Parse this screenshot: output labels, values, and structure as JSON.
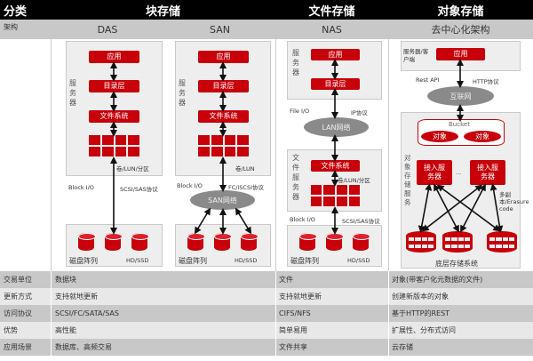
{
  "header": {
    "category": "分类",
    "block": "块存储",
    "file": "文件存储",
    "object": "对象存储"
  },
  "subheader": {
    "arch": "架构",
    "das": "DAS",
    "san": "SAN",
    "nas": "NAS",
    "object": "去中心化架构"
  },
  "das": {
    "app": "应用",
    "dir": "目录层",
    "fs": "文件系统",
    "server": "服务器",
    "volume": "卷/LUN/分区",
    "io": "Block I/O",
    "protocol": "SCSI/SAS协议",
    "array": "磁盘阵列",
    "disk": "HD/SSD"
  },
  "san": {
    "app": "应用",
    "dir": "目录层",
    "fs": "文件系统",
    "server": "服务器",
    "volume": "卷/LUN",
    "io": "Block I/O",
    "protocol": "FC/iSCSI协议",
    "network": "SAN网络",
    "array": "磁盘阵列",
    "disk": "HD/SSD"
  },
  "nas": {
    "app": "应用",
    "dir": "目录层",
    "server": "服务器",
    "io": "File I/O",
    "ip": "IP协议",
    "network": "LAN网络",
    "fileserver": "文件服务器",
    "fs": "文件系统",
    "volume": "卷/LUN/分区",
    "blockio": "Block I/O",
    "protocol": "SCSI/SAS协议",
    "array": "磁盘阵列",
    "disk": "HD/SSD"
  },
  "object": {
    "client": "服务器/客户端",
    "app": "应用",
    "api": "Rest API",
    "http": "HTTP协议",
    "internet": "互联网",
    "bucket": "Bucket",
    "obj1": "对象",
    "obj2": "对象",
    "service": "对象存储服务",
    "access1": "接入服务器",
    "access2": "接入服务器",
    "dots": "...",
    "replica": "多副本/Erasure code",
    "storage": "底层存储系统"
  },
  "rows": [
    {
      "label": "交易单位",
      "block": "数据块",
      "file": "文件",
      "object": "对象(带客户化元数据的文件)"
    },
    {
      "label": "更新方式",
      "block": "支持就地更新",
      "file": "支持就地更新",
      "object": "创建新版本的对象"
    },
    {
      "label": "访问协议",
      "block": "SCSI/FC/SATA/SAS",
      "file": "CIFS/NFS",
      "object": "基于HTTP的REST"
    },
    {
      "label": "优势",
      "block": "高性能",
      "file": "简单易用",
      "object": "扩展性、分布式访问"
    },
    {
      "label": "应用场景",
      "block": "数据库、高频交易",
      "file": "文件共享",
      "object": "云存储"
    }
  ]
}
